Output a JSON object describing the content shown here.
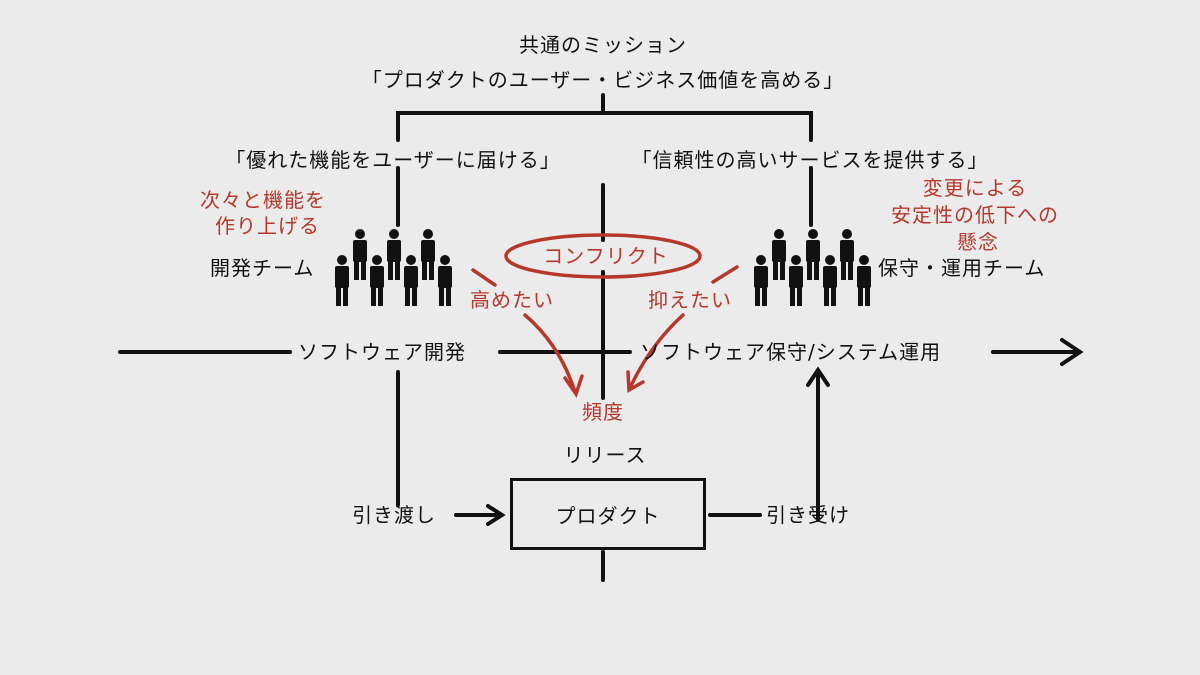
{
  "mission": {
    "heading": "共通のミッション",
    "statement": "「プロダクトのユーザー・ビジネス価値を高める」"
  },
  "dev": {
    "goal": "「優れた機能をユーザーに届ける」",
    "note_lines": [
      "次々と機能を",
      "作り上げる"
    ],
    "team": "開発チーム",
    "want": "高めたい",
    "phase": "ソフトウェア開発",
    "handoff": "引き渡し"
  },
  "ops": {
    "goal": "「信頼性の高いサービスを提供する」",
    "note_lines": [
      "変更による",
      "安定性の低下への",
      "懸念"
    ],
    "team": "保守・運用チーム",
    "want": "抑えたい",
    "phase": "ソフトウェア保守/システム運用",
    "handoff": "引き受け"
  },
  "conflict": "コンフリクト",
  "frequency": "頻度",
  "release": "リリース",
  "product": "プロダクト",
  "colors": {
    "background": "#ebebeb",
    "ink": "#111111",
    "accent": "#b5382a"
  }
}
